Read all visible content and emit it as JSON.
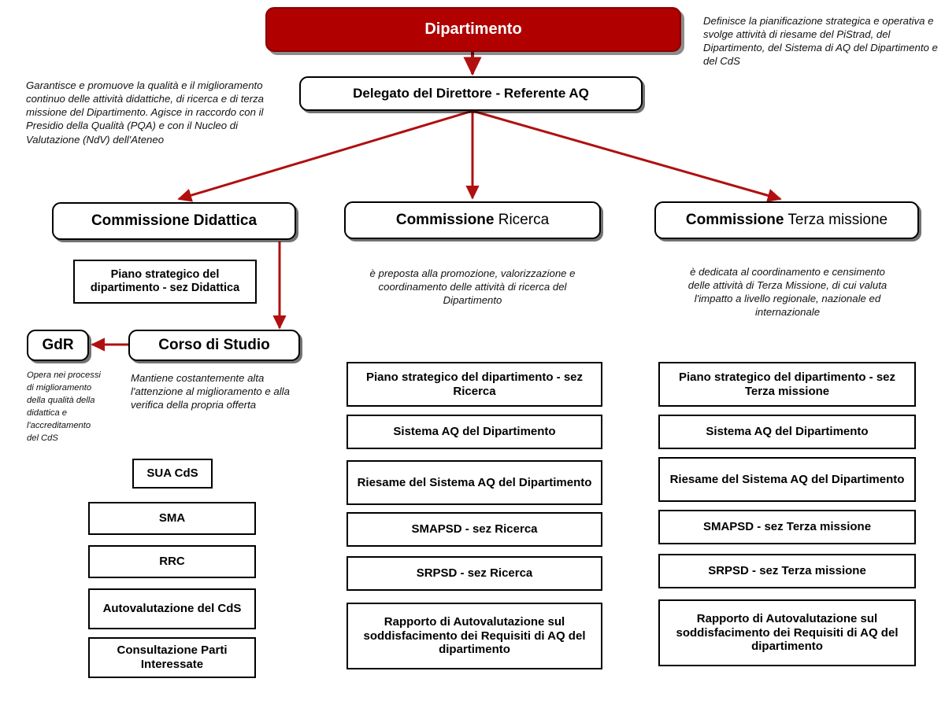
{
  "diagram": {
    "title_node": {
      "label": "Dipartimento"
    },
    "delegato_node": {
      "label": "Delegato del Direttore - Referente AQ"
    },
    "notes": {
      "dipartimento_note": "Definisce la pianificazione strategica e operativa e svolge attività di riesame del PiStrad, del Dipartimento, del Sistema di AQ del Dipartimento e del CdS",
      "delegato_note": "Garantisce e promuove la qualità e il miglioramento continuo delle attività didattiche, di ricerca e di terza missione del Dipartimento. Agisce in raccordo con il Presidio della Qualità (PQA) e con il Nucleo di Valutazione (NdV) dell'Ateneo",
      "gdr_note": "Opera nei processi di miglioramento della qualità della didattica e l'accreditamento del CdS",
      "corso_note": "Mantiene costantemente alta l'attenzione al miglioramento e alla verifica della propria offerta",
      "ricerca_note": "è preposta alla promozione, valorizzazione e coordinamento delle attività di ricerca del Dipartimento",
      "terza_note": "è dedicata al coordinamento e censimento delle attività di Terza Missione, di cui valuta l'impatto a livello regionale, nazionale ed internazionale"
    },
    "columns": {
      "didattica": {
        "header_bold": "Commissione",
        "header_rest": " Didattica",
        "plan_box": "Piano strategico del dipartimento - sez Didattica",
        "corso_box": "Corso di Studio",
        "gdr_box": "GdR",
        "items": [
          "SUA CdS",
          "SMA",
          "RRC",
          "Autovalutazione del CdS",
          "Consultazione Parti Interessate"
        ]
      },
      "ricerca": {
        "header_bold": "Commissione",
        "header_rest": " Ricerca",
        "items": [
          "Piano strategico del dipartimento - sez Ricerca",
          "Sistema AQ del Dipartimento",
          "Riesame del Sistema AQ del Dipartimento",
          "SMAPSD - sez Ricerca",
          "SRPSD - sez Ricerca",
          "Rapporto di Autovalutazione sul soddisfacimento dei Requisiti di AQ del dipartimento"
        ]
      },
      "terza": {
        "header_bold": "Commissione",
        "header_rest": " Terza missione",
        "items": [
          "Piano strategico del dipartimento - sez Terza missione",
          "Sistema AQ del Dipartimento",
          "Riesame del Sistema AQ del Dipartimento",
          "SMAPSD - sez Terza missione",
          "SRPSD - sez Terza missione",
          "Rapporto di Autovalutazione sul soddisfacimento dei Requisiti di AQ del dipartimento"
        ]
      }
    },
    "colors": {
      "accent_red": "#B00000",
      "arrow_red": "#B01010",
      "box_border": "#000000",
      "hero_text": "#FFFFFF"
    }
  }
}
